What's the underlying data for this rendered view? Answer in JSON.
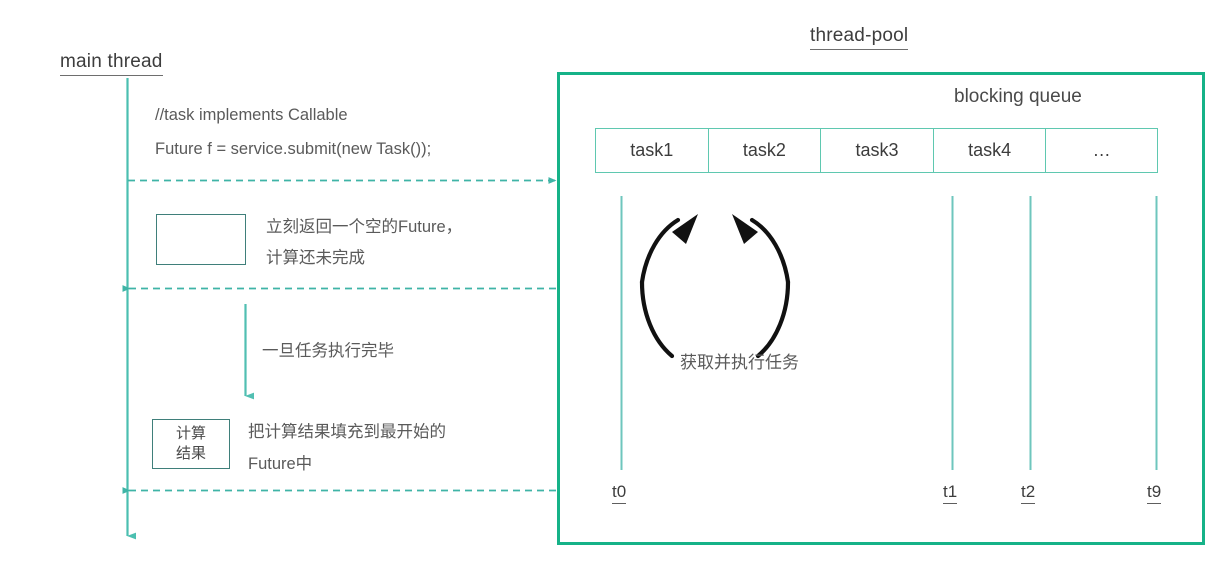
{
  "main_thread": {
    "title": "main thread",
    "code_comment": "//task implements Callable",
    "code_line": "Future f = service.submit(new Task());",
    "note_future_line1": "立刻返回一个空的Future，",
    "note_future_line2": "计算还未完成",
    "note_complete": "一旦任务执行完毕",
    "result_box_line1": "计算",
    "result_box_line2": "结果",
    "note_fill_line1": "把计算结果填充到最开始的",
    "note_fill_line2": "Future中",
    "empty_box_label": ""
  },
  "thread_pool": {
    "title": "thread-pool",
    "queue_caption": "blocking queue",
    "queue_cells": [
      "task1",
      "task2",
      "task3",
      "task4",
      "…"
    ],
    "cycle_label": "获取并执行任务",
    "ticks": [
      "t0",
      "t1",
      "t2",
      "t9"
    ]
  },
  "colors": {
    "pool_border": "#16b288",
    "lifeline": "#4bbfb0",
    "dashed_arrow": "#3fb4a6",
    "box_border": "#3f7f7a",
    "queue_border": "#5fc8b0",
    "text": "#5a5a5a",
    "cycle_arrow": "#111111"
  }
}
